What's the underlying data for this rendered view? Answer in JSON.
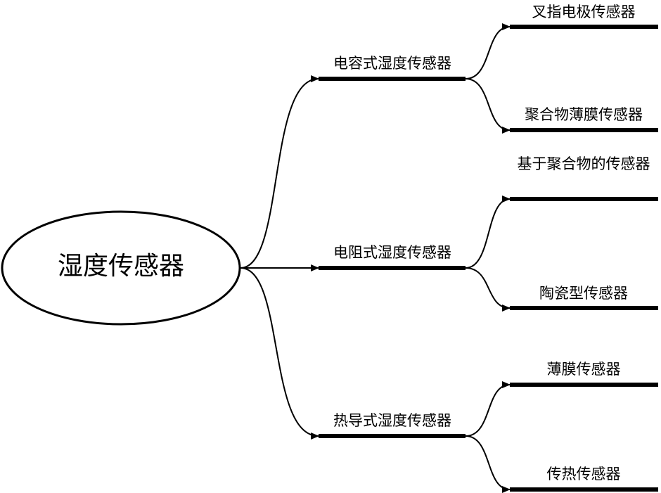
{
  "root": {
    "label": "湿度传感器"
  },
  "branches": [
    {
      "label": "电容式湿度传感器",
      "children": [
        {
          "label": "叉指电极传感器"
        },
        {
          "label": "聚合物薄膜传感器"
        }
      ]
    },
    {
      "label": "电阻式湿度传感器",
      "children": [
        {
          "label": "基于聚合物的传感器"
        },
        {
          "label": "陶瓷型传感器"
        }
      ]
    },
    {
      "label": "热导式湿度传感器",
      "children": [
        {
          "label": "薄膜传感器"
        },
        {
          "label": "传热传感器"
        }
      ]
    }
  ]
}
